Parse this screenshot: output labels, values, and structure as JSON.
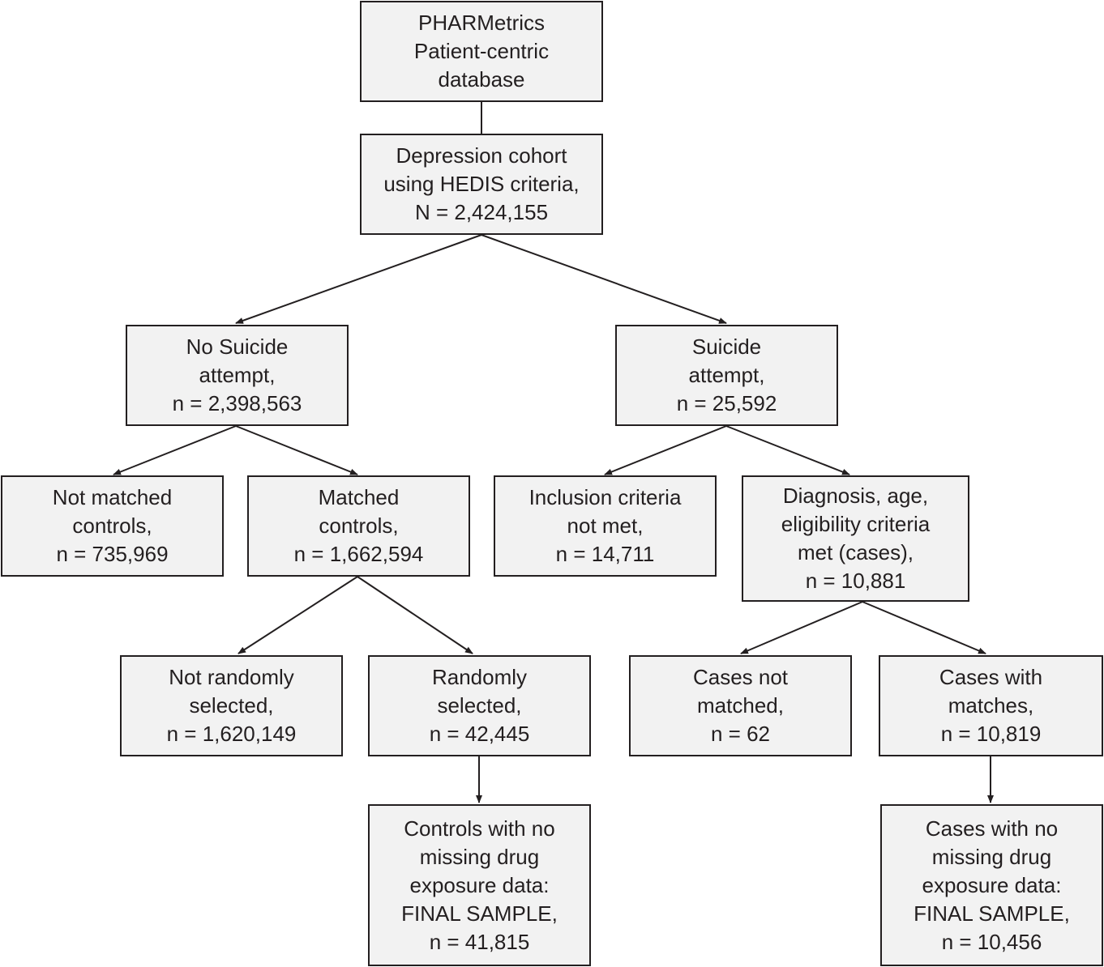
{
  "colors": {
    "box_fill": "#f2f2f2",
    "box_border": "#231f20",
    "text": "#231f20",
    "connector": "#231f20"
  },
  "nodes": {
    "database": {
      "lines": [
        "PHARMetrics",
        "Patient-centric",
        "database"
      ]
    },
    "cohort": {
      "lines": [
        "Depression cohort",
        "using HEDIS criteria,",
        "N = 2,424,155"
      ]
    },
    "no_suicide": {
      "lines": [
        "No Suicide",
        "attempt,",
        "n = 2,398,563"
      ]
    },
    "suicide": {
      "lines": [
        "Suicide",
        "attempt,",
        "n = 25,592"
      ]
    },
    "not_matched_controls": {
      "lines": [
        "Not matched",
        "controls,",
        "n = 735,969"
      ]
    },
    "matched_controls": {
      "lines": [
        "Matched",
        "controls,",
        "n = 1,662,594"
      ]
    },
    "inclusion_not_met": {
      "lines": [
        "Inclusion criteria",
        "not met,",
        "n = 14,711"
      ]
    },
    "criteria_met_cases": {
      "lines": [
        "Diagnosis, age,",
        "eligibility criteria",
        "met (cases),",
        "n = 10,881"
      ]
    },
    "not_randomly_selected": {
      "lines": [
        "Not randomly",
        "selected,",
        "n = 1,620,149"
      ]
    },
    "randomly_selected": {
      "lines": [
        "Randomly",
        "selected,",
        "n = 42,445"
      ]
    },
    "cases_not_matched": {
      "lines": [
        "Cases not",
        "matched,",
        "n = 62"
      ]
    },
    "cases_with_matches": {
      "lines": [
        "Cases with",
        "matches,",
        "n = 10,819"
      ]
    },
    "controls_final": {
      "lines": [
        "Controls with no",
        "missing drug",
        "exposure data:",
        "FINAL SAMPLE,",
        "n = 41,815"
      ]
    },
    "cases_final": {
      "lines": [
        "Cases with no",
        "missing drug",
        "exposure data:",
        "FINAL SAMPLE,",
        "n = 10,456"
      ]
    }
  }
}
